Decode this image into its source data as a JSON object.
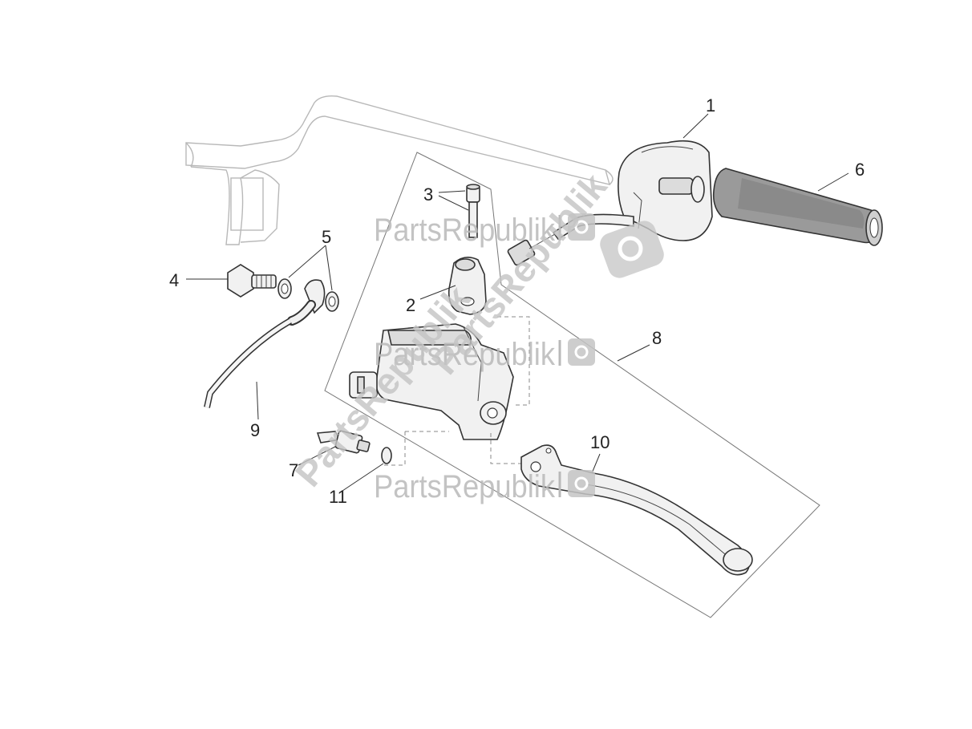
{
  "callouts": {
    "c1": "1",
    "c2": "2",
    "c3": "3",
    "c4": "4",
    "c5": "5",
    "c6": "6",
    "c7": "7",
    "c8": "8",
    "c9": "9",
    "c10": "10",
    "c11": "11"
  },
  "watermark": {
    "text": "PartsRepublik",
    "diagonal_1": "PartsRepublik",
    "diagonal_2": "PartsRepublik"
  }
}
